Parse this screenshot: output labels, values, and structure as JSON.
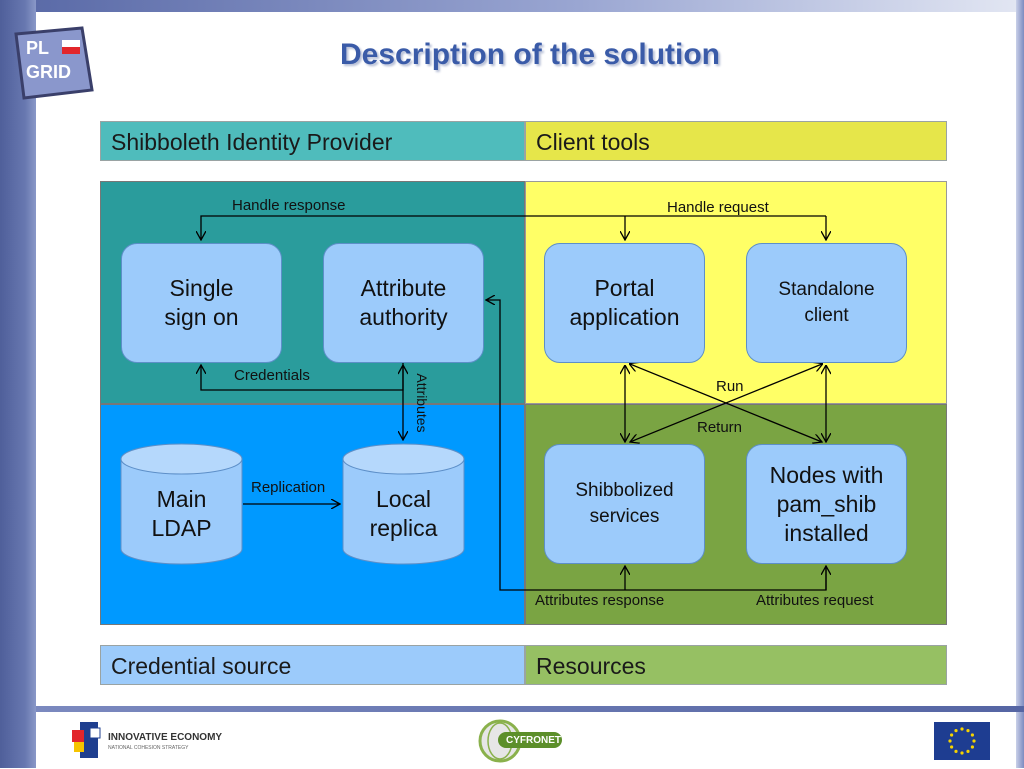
{
  "slide": {
    "title": "Description of the solution"
  },
  "headers": {
    "identity_provider": "Shibboleth Identity Provider",
    "client_tools": "Client tools",
    "credential_source": "Credential source",
    "resources": "Resources"
  },
  "nodes": {
    "single_sign_on": [
      "Single",
      "sign on"
    ],
    "attribute_authority": [
      "Attribute",
      "authority"
    ],
    "portal_application": [
      "Portal",
      "application"
    ],
    "standalone_client": [
      "Standalone",
      "client"
    ],
    "main_ldap": [
      "Main",
      "LDAP"
    ],
    "local_replica": [
      "Local",
      "replica"
    ],
    "shibbolized_services": [
      "Shibbolized",
      "services"
    ],
    "nodes_pam_shib": [
      "Nodes with",
      "pam_shib",
      "installed"
    ]
  },
  "edges": {
    "handle_response": "Handle response",
    "handle_request": "Handle request",
    "credentials": "Credentials",
    "attributes": "Attributes",
    "run": "Run",
    "return": "Return",
    "replication": "Replication",
    "attributes_response": "Attributes response",
    "attributes_request": "Attributes request"
  },
  "logos": {
    "plgrid_line1": "PL",
    "plgrid_line2": "GRID",
    "innovative_economy": "INNOVATIVE ECONOMY",
    "innovative_economy_sub": "NATIONAL COHESION STRATEGY",
    "cyfronet": "CYFRONET"
  },
  "colors": {
    "teal_region": "#2a9c9c",
    "yellow_region": "#ffff66",
    "blue_region": "#0099ff",
    "green_region": "#7aa443",
    "node_fill": "#9ccbfb",
    "title": "#3a5ba8"
  }
}
